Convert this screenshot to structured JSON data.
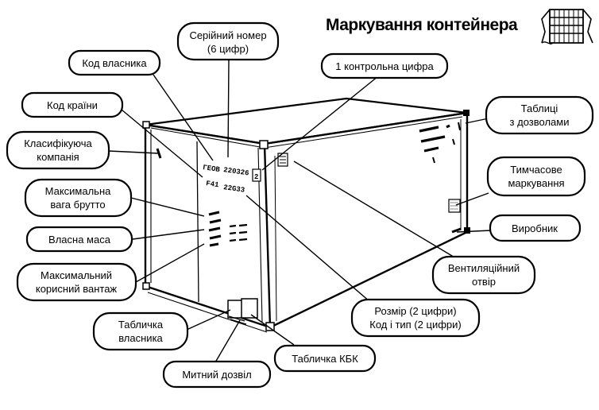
{
  "title": "Маркування контейнера",
  "labels": {
    "serial_number": [
      "Серійний номер",
      "(6 цифр)"
    ],
    "owner_code": [
      "Код власника"
    ],
    "check_digit": [
      "1 контрольна цифра"
    ],
    "country_code": [
      "Код країни"
    ],
    "classification": [
      "Класифікуюча",
      "компанія"
    ],
    "max_gross": [
      "Максимальна",
      "вага брутто"
    ],
    "tare": [
      "Власна маса"
    ],
    "max_payload": [
      "Максимальний",
      "корисний вантаж"
    ],
    "owner_plate": [
      "Табличка",
      "власника"
    ],
    "customs": [
      "Митний дозвіл"
    ],
    "csc_plate": [
      "Табличка КБК"
    ],
    "size_type": [
      "Розмір (2 цифри)",
      "Код і тип (2 цифри)"
    ],
    "vent": [
      "Вентиляційний",
      "отвір"
    ],
    "manufacturer": [
      "Виробник"
    ],
    "temporary": [
      "Тимчасове",
      "маркування"
    ],
    "permit_plates": [
      "Таблиці",
      "з дозволами"
    ]
  },
  "markings": {
    "line1_owner": "ГЕОВ",
    "line1_serial": "220326",
    "line2_size": "F41",
    "line2_type": "22G33",
    "check_digit": "2"
  },
  "colors": {
    "ink": "#000000",
    "paper": "#ffffff"
  },
  "icons": [
    "container-stack-icon"
  ]
}
